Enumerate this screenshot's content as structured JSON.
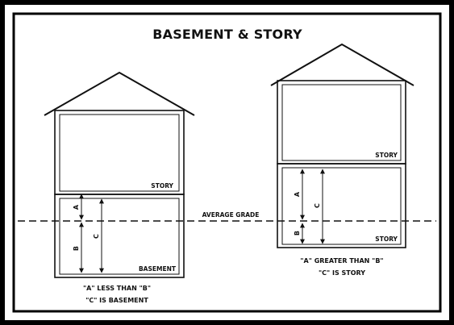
{
  "title": "BASEMENT & STORY",
  "grade_label": "AVERAGE GRADE",
  "left_house": {
    "upper_label": "STORY",
    "lower_label": "BASEMENT",
    "dim_a": "A",
    "dim_b": "B",
    "dim_c": "C",
    "caption_line1": "\"A\" LESS THAN \"B\"",
    "caption_line2": "\"C\" IS BASEMENT"
  },
  "right_house": {
    "upper_label": "STORY",
    "lower_label": "STORY",
    "dim_a": "A",
    "dim_b": "B",
    "dim_c": "C",
    "caption_line1": "\"A\" GREATER THAN \"B\"",
    "caption_line2": "\"C\" IS STORY"
  }
}
